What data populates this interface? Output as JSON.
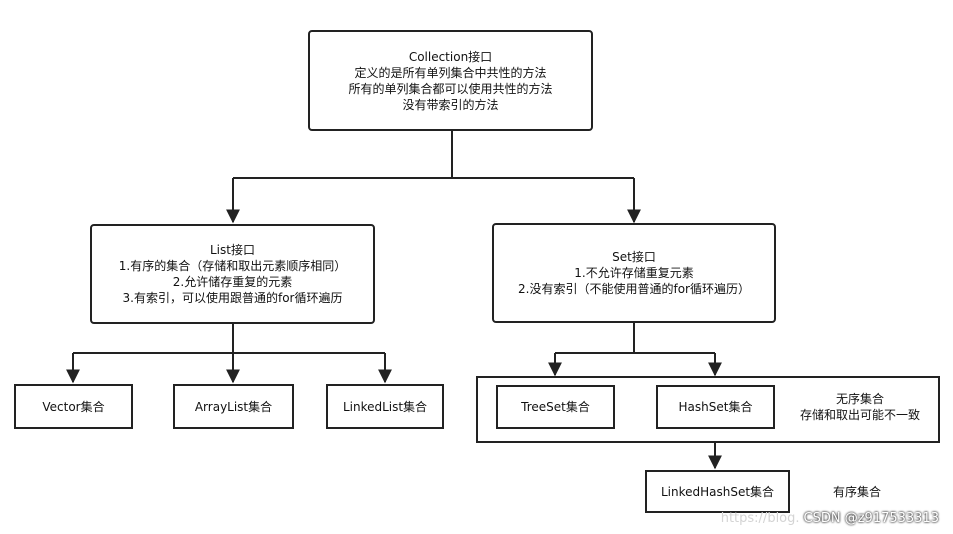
{
  "root": {
    "lines": [
      "Collection接口",
      "定义的是所有单列集合中共性的方法",
      "所有的单列集合都可以使用共性的方法",
      "没有带索引的方法"
    ]
  },
  "list": {
    "lines": [
      "List接口",
      "1.有序的集合（存储和取出元素顺序相同）",
      "2.允许储存重复的元素",
      "3.有索引，可以使用跟普通的for循环遍历"
    ]
  },
  "set": {
    "lines": [
      "Set接口",
      "1.不允许存储重复元素",
      "2.没有索引（不能使用普通的for循环遍历）"
    ]
  },
  "list_impls": [
    "Vector集合",
    "ArrayList集合",
    "LinkedList集合"
  ],
  "set_impls": [
    "TreeSet集合",
    "HashSet集合"
  ],
  "set_note": [
    "无序集合",
    "存储和取出可能不一致"
  ],
  "linked_hash_set": "LinkedHashSet集合",
  "linked_hash_set_note": "有序集合",
  "watermark": {
    "faint": "https://blog.",
    "text": "CSDN @z917533313"
  }
}
